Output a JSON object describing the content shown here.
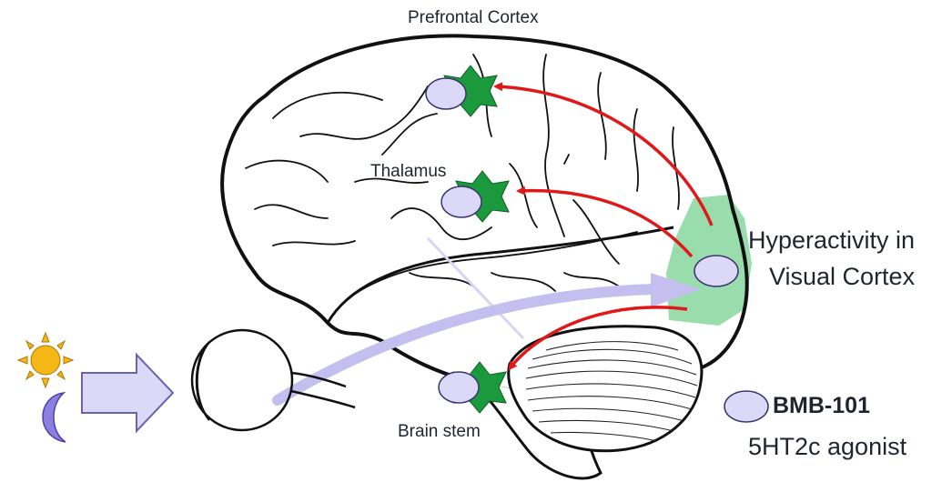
{
  "labels": {
    "prefrontal": "Prefrontal Cortex",
    "thalamus": "Thalamus",
    "brainstem": "Brain stem",
    "visual_line1": "Hyperactivity in",
    "visual_line2": "Visual Cortex"
  },
  "legend": {
    "drug": "BMB-101",
    "mechanism": "5HT2c agonist"
  },
  "colors": {
    "receptor_fill": "#dcd8f8",
    "receptor_star": "#1a9a3c",
    "signal_arrow": "#e01818",
    "light_pathway": "#c5bff0",
    "visual_cortex_highlight": "#8fd9a4",
    "sun": "#f5b716",
    "moon": "#8c7fe0"
  },
  "icons": [
    "sun-icon",
    "moon-icon",
    "eye-icon",
    "brain-outline",
    "cerebellum",
    "receptor-star-icon"
  ]
}
